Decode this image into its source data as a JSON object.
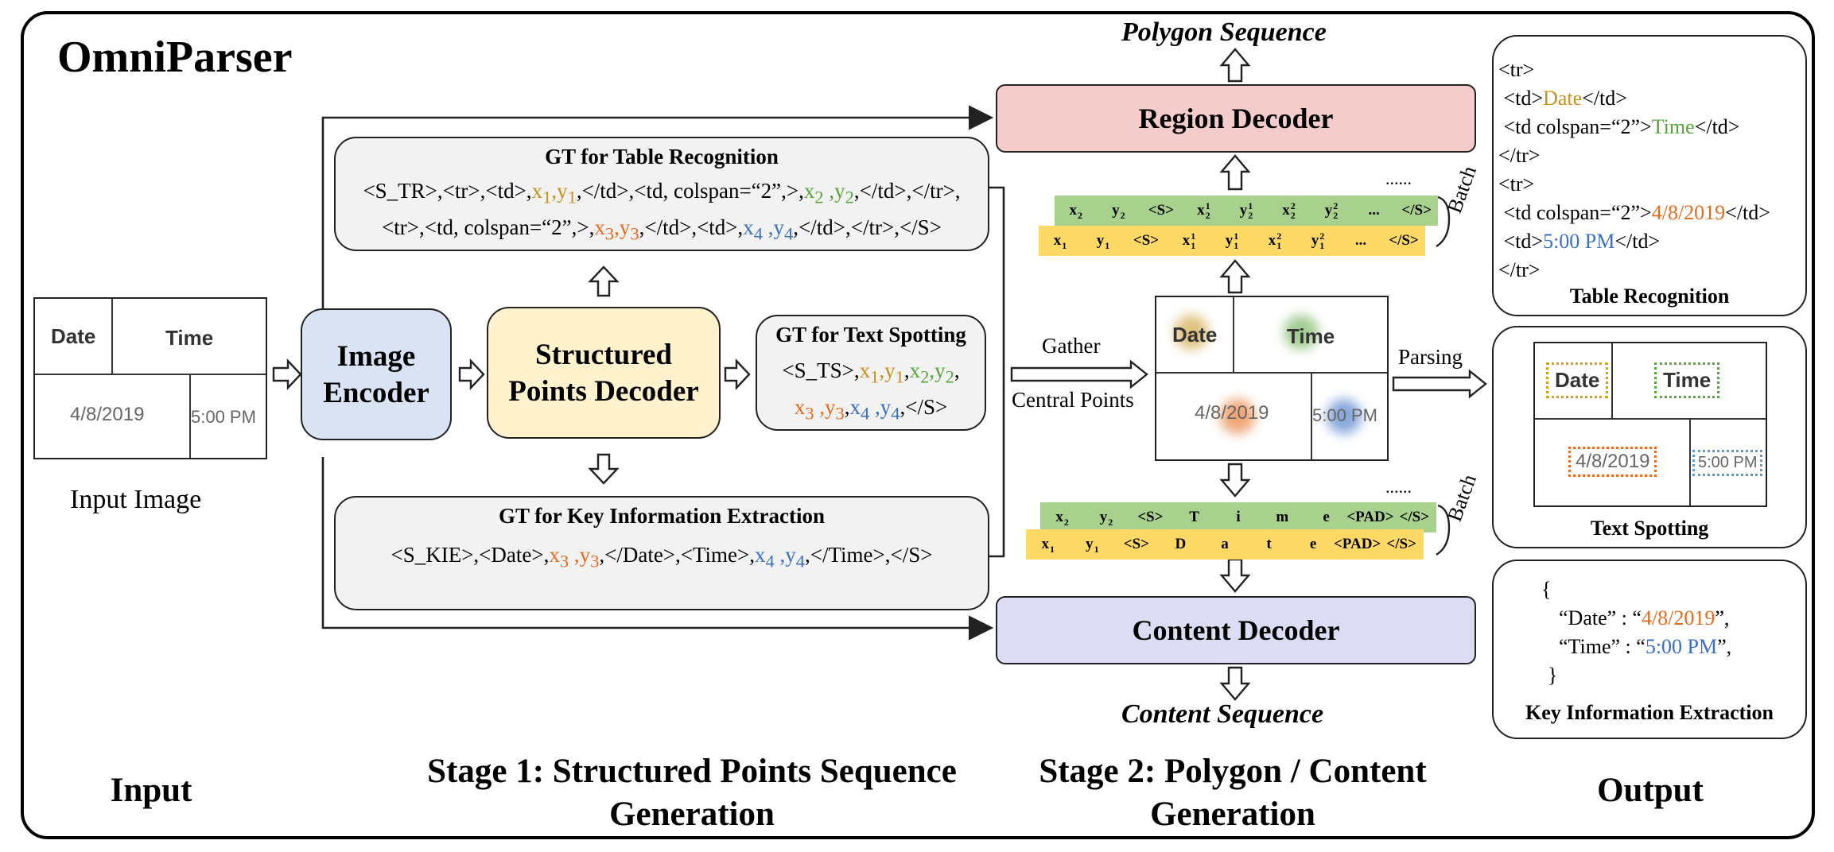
{
  "title": "OmniParser",
  "input": {
    "caption": "Input Image",
    "cell_date": "Date",
    "cell_time": "Time",
    "cell_date_value": "4/8/2019",
    "cell_time_value": "5:00 PM"
  },
  "modules": {
    "image_encoder_l1": "Image",
    "image_encoder_l2": "Encoder",
    "spd_l1": "Structured",
    "spd_l2": "Points Decoder",
    "region_decoder": "Region Decoder",
    "content_decoder": "Content Decoder"
  },
  "gt_table": {
    "title": "GT for Table Recognition",
    "line1": {
      "a": "<S_TR>,<tr>,<td>,",
      "p1": "x",
      "p1s": "1",
      "c1": ",",
      "p1y": "y",
      "p1ys": "1",
      "b": ",</td>,<td, colspan=“2”,>,",
      "p2": "x",
      "p2s": "2",
      "c2": " ,",
      "p2y": "y",
      "p2ys": "2",
      "c": ",</td>,</tr>,"
    },
    "line2": {
      "a": "<tr>,<td, colspan=“2”,>,",
      "p3": "x",
      "p3s": "3",
      "c1": ",",
      "p3y": "y",
      "p3ys": "3",
      "b": ",</td>,<td>,",
      "p4": "x",
      "p4s": "4",
      "c2": " ,",
      "p4y": "y",
      "p4ys": "4",
      "c": ",</td>,</tr>,</S>"
    }
  },
  "gt_text": {
    "title": "GT for Text Spotting",
    "line1": {
      "a": "<S_TS>,",
      "x1": "x",
      "s1": "1",
      "y1": "y",
      "x2": "x",
      "s2": "2",
      "y2": "y",
      "end": ","
    },
    "line2": {
      "x3": "x",
      "s3": "3",
      "y3": "y",
      "x4": "x",
      "s4": "4",
      "y4": "y",
      "end": ",</S>"
    }
  },
  "gt_kie": {
    "title": "GT for Key Information Extraction",
    "a": "<S_KIE>,<Date>,",
    "x3": "x",
    "s3": "3",
    "y3": "y",
    "b": ",</Date>,<Time>,",
    "x4": "x",
    "s4": "4",
    "y4": "y",
    "c": ",</Time>,</S>"
  },
  "labels": {
    "gather": "Gather",
    "central_points": "Central Points",
    "parsing": "Parsing",
    "polygon_sequence": "Polygon Sequence",
    "content_sequence": "Content Sequence",
    "batch_top": "Batch",
    "batch_bottom": "Batch",
    "ellipsis_top": "......",
    "ellipsis_bottom": "......"
  },
  "sequences": {
    "polygon_green": [
      {
        "t": "x",
        "s": "2",
        "p": ""
      },
      {
        "t": "y",
        "s": "2",
        "p": ""
      },
      {
        "t": "<S>",
        "s": "",
        "p": ""
      },
      {
        "t": "x",
        "s": "2",
        "p": "1"
      },
      {
        "t": "y",
        "s": "2",
        "p": "1"
      },
      {
        "t": "x",
        "s": "2",
        "p": "2"
      },
      {
        "t": "y",
        "s": "2",
        "p": "2"
      },
      {
        "t": "...",
        "s": "",
        "p": ""
      },
      {
        "t": "</S>",
        "s": "",
        "p": ""
      }
    ],
    "polygon_yellow": [
      {
        "t": "x",
        "s": "1",
        "p": ""
      },
      {
        "t": "y",
        "s": "1",
        "p": ""
      },
      {
        "t": "<S>",
        "s": "",
        "p": ""
      },
      {
        "t": "x",
        "s": "1",
        "p": "1"
      },
      {
        "t": "y",
        "s": "1",
        "p": "1"
      },
      {
        "t": "x",
        "s": "1",
        "p": "2"
      },
      {
        "t": "y",
        "s": "1",
        "p": "2"
      },
      {
        "t": "...",
        "s": "",
        "p": ""
      },
      {
        "t": "</S>",
        "s": "",
        "p": ""
      }
    ],
    "content_green": [
      {
        "t": "x",
        "s": "2",
        "p": ""
      },
      {
        "t": "y",
        "s": "2",
        "p": ""
      },
      {
        "t": "<S>",
        "s": "",
        "p": ""
      },
      {
        "t": "T",
        "s": "",
        "p": ""
      },
      {
        "t": "i",
        "s": "",
        "p": ""
      },
      {
        "t": "m",
        "s": "",
        "p": ""
      },
      {
        "t": "e",
        "s": "",
        "p": ""
      },
      {
        "t": "<PAD>",
        "s": "",
        "p": ""
      },
      {
        "t": "</S>",
        "s": "",
        "p": ""
      }
    ],
    "content_yellow": [
      {
        "t": "x",
        "s": "1",
        "p": ""
      },
      {
        "t": "y",
        "s": "1",
        "p": ""
      },
      {
        "t": "<S>",
        "s": "",
        "p": ""
      },
      {
        "t": "D",
        "s": "",
        "p": ""
      },
      {
        "t": "a",
        "s": "",
        "p": ""
      },
      {
        "t": "t",
        "s": "",
        "p": ""
      },
      {
        "t": "e",
        "s": "",
        "p": ""
      },
      {
        "t": "<PAD>",
        "s": "",
        "p": ""
      },
      {
        "t": "</S>",
        "s": "",
        "p": ""
      }
    ]
  },
  "output": {
    "table_recognition": {
      "caption": "Table Recognition",
      "l1": "<tr>",
      "l2a": " <td>",
      "l2b": "Date",
      "l2c": "</td>",
      "l3a": " <td colspan=“2”>",
      "l3b": "Time",
      "l3c": "</td>",
      "l4": "</tr>",
      "l5": "<tr>",
      "l6a": " <td colspan=“2”>",
      "l6b": "4/8/2019",
      "l6c": "</td>",
      "l7a": " <td>",
      "l7b": "5:00 PM",
      "l7c": "</td>",
      "l8": "</tr>"
    },
    "text_spotting": {
      "caption": "Text Spotting"
    },
    "kie": {
      "caption": "Key Information Extraction",
      "open": "{",
      "date_key": "“Date” : “",
      "date_val": "4/8/2019",
      "date_end": "”,",
      "time_key": "“Time” : “",
      "time_val": "5:00 PM",
      "time_end": "”,",
      "close": "}"
    }
  },
  "stages": {
    "input": "Input",
    "stage1_l1": "Stage 1: Structured Points Sequence",
    "stage1_l2": "Generation",
    "stage2_l1": "Stage 2: Polygon / Content",
    "stage2_l2": "Generation",
    "output": "Output"
  },
  "colors": {
    "image_encoder": "#dae3f3",
    "spd": "#fff2cc",
    "region_decoder": "#f4cccc",
    "content_decoder": "#dcdcf5",
    "gt_box": "#f2f2f2",
    "seq_green": "#a9d18e",
    "seq_yellow": "#ffd966",
    "orange": "#e46c1e",
    "green": "#59a43b",
    "blue": "#3a6fc3",
    "gold": "#c7921a"
  }
}
